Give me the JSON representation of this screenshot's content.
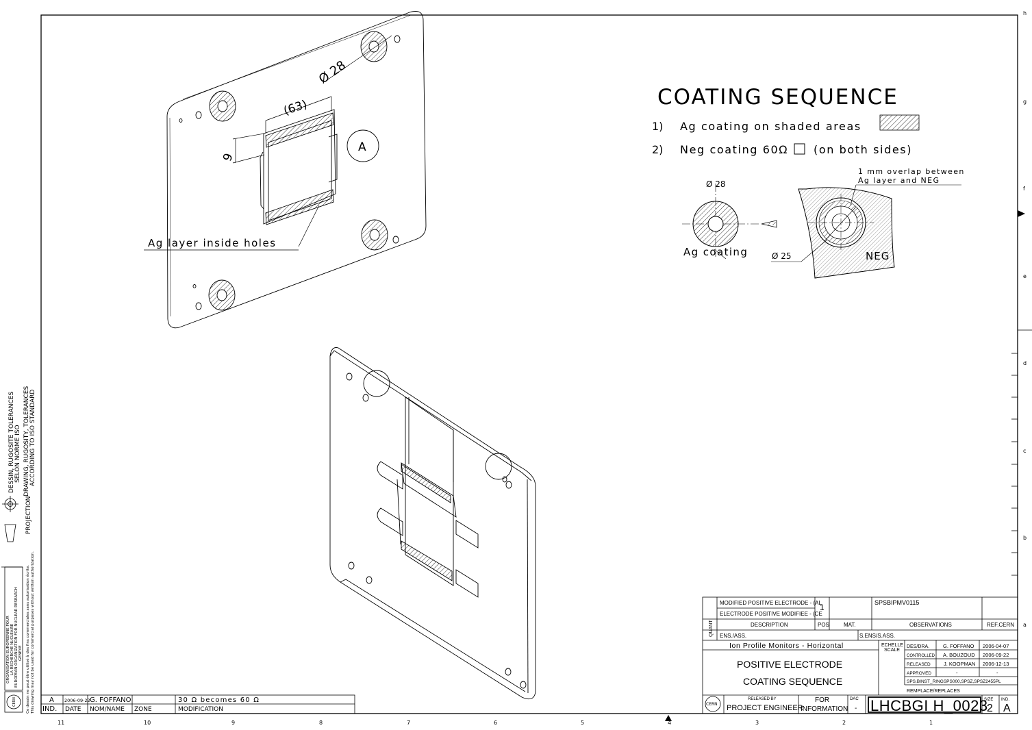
{
  "notes": {
    "title": "COATING SEQUENCE",
    "step1_num": "1)",
    "step1": "Ag coating on shaded areas",
    "step2_num": "2)",
    "step2": "Neg coating 60Ω",
    "step2_tail": "(on both sides)",
    "detail_dia": "Ø 28",
    "detail_ag": "Ag coating",
    "overlap_1": "1 mm overlap between",
    "overlap_2": "Ag layer and NEG",
    "dia25": "Ø 25",
    "neg": "NEG"
  },
  "view_top": {
    "dia": "Ø 28",
    "dim63": "(63)",
    "dim9": "9",
    "detail_tag": "A",
    "ag_label": "Ag layer inside holes"
  },
  "border": {
    "left_numbers": [
      "11",
      "10",
      "9",
      "8",
      "7",
      "6",
      "5",
      "4",
      "3",
      "2",
      "1"
    ],
    "right_letters": [
      "h",
      "g",
      "f",
      "e",
      "d",
      "c",
      "b",
      "a"
    ]
  },
  "side": {
    "tol_fr_1": "DESSIN, RUGOSITE TOLERANCES",
    "tol_fr_2": "SELON NORME ISO",
    "tol_en_1": "DRAWING, RUGOSITY, TOLERANCES",
    "tol_en_2": "ACCORDING TO ISO STANDARD",
    "projection": "PROJECTION",
    "org_1": "ORGANISATION EUROPEENNE POUR",
    "org_2": "LA RECHERCHE NUCLEAIRE",
    "org_3": "EUROPEAN ORGANIZATION FOR NUCLEAR RESEARCH",
    "org_4": "GENEVE",
    "legal_1": "Ce dessin ne peut être utilisé à des fins commerciales sans autorisation écrite.",
    "legal_2": "This drawing may not be used for commercial purposes without written authorization.",
    "cern": "CERN"
  },
  "revision": {
    "ind": "A",
    "date": "2006-09-22",
    "name": "G. FOFFANO",
    "zone": "",
    "modification": "30 Ω becomes 60 Ω",
    "h_ind": "IND.",
    "h_date": "DATE",
    "h_name": "NOM/NAME",
    "h_zone": "ZONE",
    "h_mod": "MODIFICATION"
  },
  "titleblock": {
    "desc_1": "MODIFIED POSITIVE ELECTRODE - (AL",
    "desc_2": "ELECTRODE POSITIVE MODIFIEE - (CE",
    "pos": "1",
    "obs": "SPSBIPMV0115",
    "h_quant": "QUANT",
    "h_desc": "DESCRIPTION",
    "h_pos": "POS",
    "h_mat": "MAT.",
    "h_obs": "OBSERVATIONS",
    "h_ref": "REF.CERN",
    "ens": "ENS./ASS.",
    "sens": "S.ENS/S.ASS.",
    "project": "Ion Profile Monitors - Horizontal",
    "title_1": "POSITIVE ELECTRODE",
    "title_2": "COATING SEQUENCE",
    "echelle": "ECHELLE",
    "scale": "SCALE",
    "roles": [
      {
        "role": "DES/DRA.",
        "name": "G. FOFFANO",
        "date": "2006-04-07"
      },
      {
        "role": "CONTROLLED",
        "name": "A. BOUZOUD",
        "date": "2006-09-22"
      },
      {
        "role": "RELEASED",
        "name": "J. KOOPMAN",
        "date": "2006-12-13"
      },
      {
        "role": "APPROVED",
        "name": "-",
        "date": "-"
      }
    ],
    "used_on": "SPS,BINST_RINGSPS000,SPSZ,SPSZ2455PL",
    "replaces": "REMPLACE/REPLACES",
    "released_by": "RELEASED BY",
    "released_role": "PROJECT ENGINEER",
    "for": "FOR",
    "information": "INFORMATION",
    "dac": "DAC",
    "dac_val": "-",
    "drawing_no": "LHCBGI H_0023",
    "size_lbl": "SIZE",
    "size": "2",
    "ind_lbl": "IND.",
    "ind": "A"
  }
}
